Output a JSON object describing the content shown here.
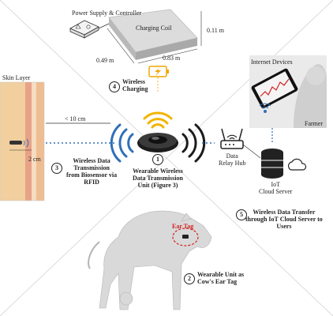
{
  "labels": {
    "power_supply": "Power Supply & Controller",
    "charging_coil": "Charging Coil",
    "dim_height": "0.11 m",
    "dim_width": "0.49 m",
    "dim_length": "0.83 m",
    "wireless_charging": "Wireless\nCharging",
    "skin_layer": "Skin Layer",
    "distance": "< 10 cm",
    "depth": "2 cm",
    "rfid_transmission": "Wireless Data\nTransmission\nfrom Biosensor via\nRFID",
    "wearable_unit": "Wearable Wireless\nData Transmission\nUnit (Figure 3)",
    "data_relay_hub": "Data\nRelay Hub",
    "iot_cloud_server": "IoT\nCloud Server",
    "internet_devices": "Internet Devices",
    "farmer": "Farmer",
    "cloud_transfer": "Wireless Data Transfer\nthrough IoT Cloud Server to\nUsers",
    "ear_tag": "Ear Tag",
    "ear_tag_unit": "Wearable Unit as\nCow's Ear Tag"
  },
  "steps": [
    "1",
    "2",
    "3",
    "4",
    "5"
  ],
  "colors": {
    "wave_blue": "#2f6fb8",
    "wave_yellow": "#f2b400",
    "ear_tag_red": "#d42020",
    "skin": "#f2cf9e",
    "skin_band": "#e8a287"
  }
}
